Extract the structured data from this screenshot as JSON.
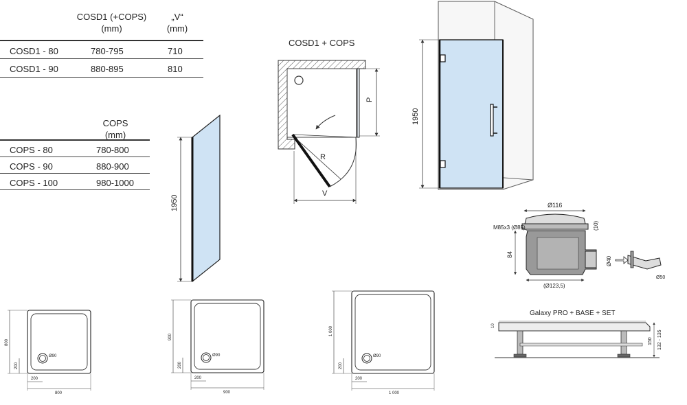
{
  "table1": {
    "headers": [
      "COSD1 (+COPS)\n(mm)",
      "„V“\n(mm)"
    ],
    "rows": [
      [
        "COSD1 - 80",
        "780-795",
        "710"
      ],
      [
        "COSD1 - 90",
        "880-895",
        "810"
      ]
    ]
  },
  "table2": {
    "headers": [
      "COPS\n(mm)"
    ],
    "rows": [
      [
        "COPS - 80",
        "780-800"
      ],
      [
        "COPS - 90",
        "880-900"
      ],
      [
        "COPS - 100",
        "980-1000"
      ]
    ]
  },
  "plan": {
    "title": "COSD1 + COPS",
    "label_p": "P",
    "label_r": "R",
    "label_v": "V"
  },
  "panel": {
    "height_label": "1950"
  },
  "door": {
    "height_label": "1950"
  },
  "drain": {
    "top_dim": "Ø116",
    "thread": "M85x3 (Ø85)",
    "depth_dim": "(10)",
    "height_dim": "84",
    "outlet_dim": "Ø40",
    "base_dim": "(Ø123,5)",
    "pipe_dim": "Ø50"
  },
  "galaxy": {
    "title": "Galaxy PRO + BASE + SET",
    "small_dim": "10",
    "height_dim": "150",
    "range_dim": "132 - 135"
  },
  "trays": [
    {
      "width": "800",
      "depth": "800",
      "offset_x": "200",
      "offset_y": "200",
      "hole": "Ø90"
    },
    {
      "width": "900",
      "depth": "900",
      "offset_x": "200",
      "offset_y": "200",
      "hole": "Ø90"
    },
    {
      "width": "1 000",
      "depth": "1 000",
      "offset_x": "200",
      "offset_y": "200",
      "hole": "Ø90"
    }
  ],
  "colors": {
    "glass": "#cfe3f4",
    "frame": "#2a2a2a",
    "wall_hatch": "#555"
  }
}
